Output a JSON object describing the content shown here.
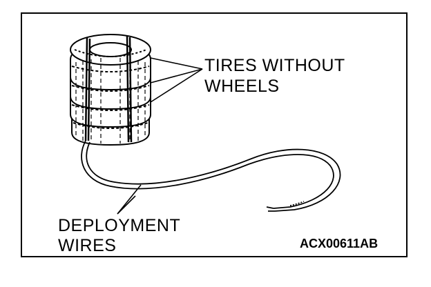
{
  "labels": {
    "tires_line1": "TIRES WITHOUT",
    "tires_line2": "WHEELS",
    "wires_line1": "DEPLOYMENT",
    "wires_line2": "WIRES"
  },
  "figure_code": "ACX00611AB",
  "colors": {
    "ink": "#000000",
    "paper": "#ffffff"
  }
}
